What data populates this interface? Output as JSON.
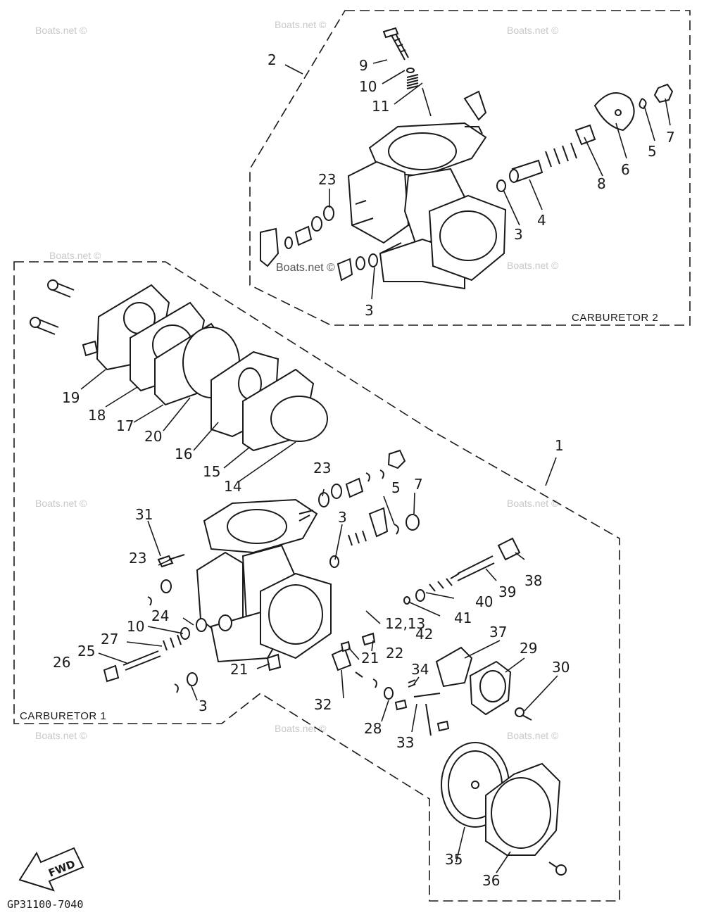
{
  "diagram": {
    "boxes": {
      "carb2": "CARBURETOR 2",
      "carb1": "CARBURETOR 1"
    },
    "drawing_code": "GP31100-7040",
    "fwd_label": "FWD",
    "watermark": "Boats.net ©",
    "callouts": {
      "c_2": "2",
      "c_9": "9",
      "c_10a": "10",
      "c_11": "11",
      "c_23a": "23",
      "c_3a": "3",
      "c_3b": "3",
      "c_4": "4",
      "c_8": "8",
      "c_6": "6",
      "c_5a": "5",
      "c_7a": "7",
      "c_19": "19",
      "c_18": "18",
      "c_17": "17",
      "c_20": "20",
      "c_16": "16",
      "c_15": "15",
      "c_14": "14",
      "c_1": "1",
      "c_23b": "23",
      "c_5b": "5",
      "c_7b": "7",
      "c_31": "31",
      "c_3c": "3",
      "c_23c": "23",
      "c_38": "38",
      "c_39": "39",
      "c_40": "40",
      "c_41": "41",
      "c_42": "42",
      "c_1213": "12,13",
      "c_24": "24",
      "c_10b": "10",
      "c_27": "27",
      "c_25": "25",
      "c_26": "26",
      "c_22": "22",
      "c_21a": "21",
      "c_21b": "21",
      "c_37": "37",
      "c_29": "29",
      "c_30": "30",
      "c_34": "34",
      "c_32": "32",
      "c_28": "28",
      "c_33": "33",
      "c_3d": "3",
      "c_35": "35",
      "c_36": "36"
    }
  }
}
